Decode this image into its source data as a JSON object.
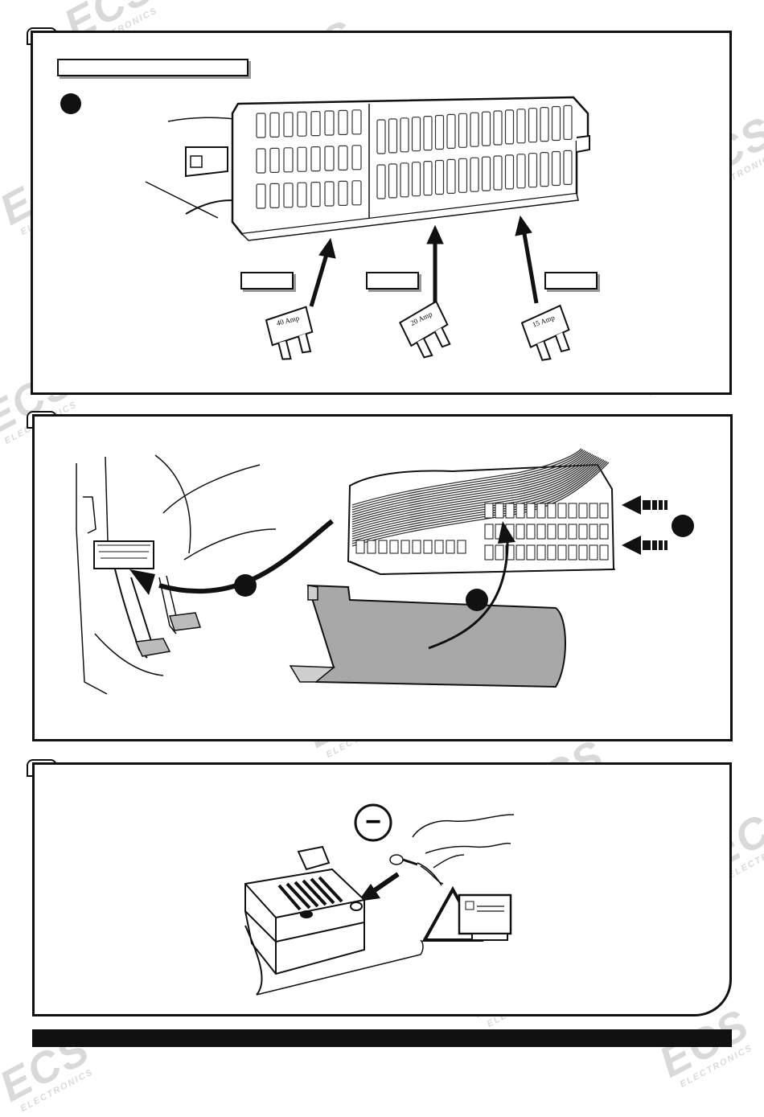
{
  "watermark": {
    "brand": "ECS",
    "sub": "ELECTRONICS"
  },
  "step1": {
    "fuses": [
      {
        "rating": "40 Amp"
      },
      {
        "rating": "20 Amp"
      },
      {
        "rating": "15 Amp"
      }
    ]
  },
  "step3": {
    "polarity_symbol": "−"
  },
  "colors": {
    "line": "#111111",
    "watermark": "#d9d9d9",
    "cover": "#a8a8a8"
  }
}
